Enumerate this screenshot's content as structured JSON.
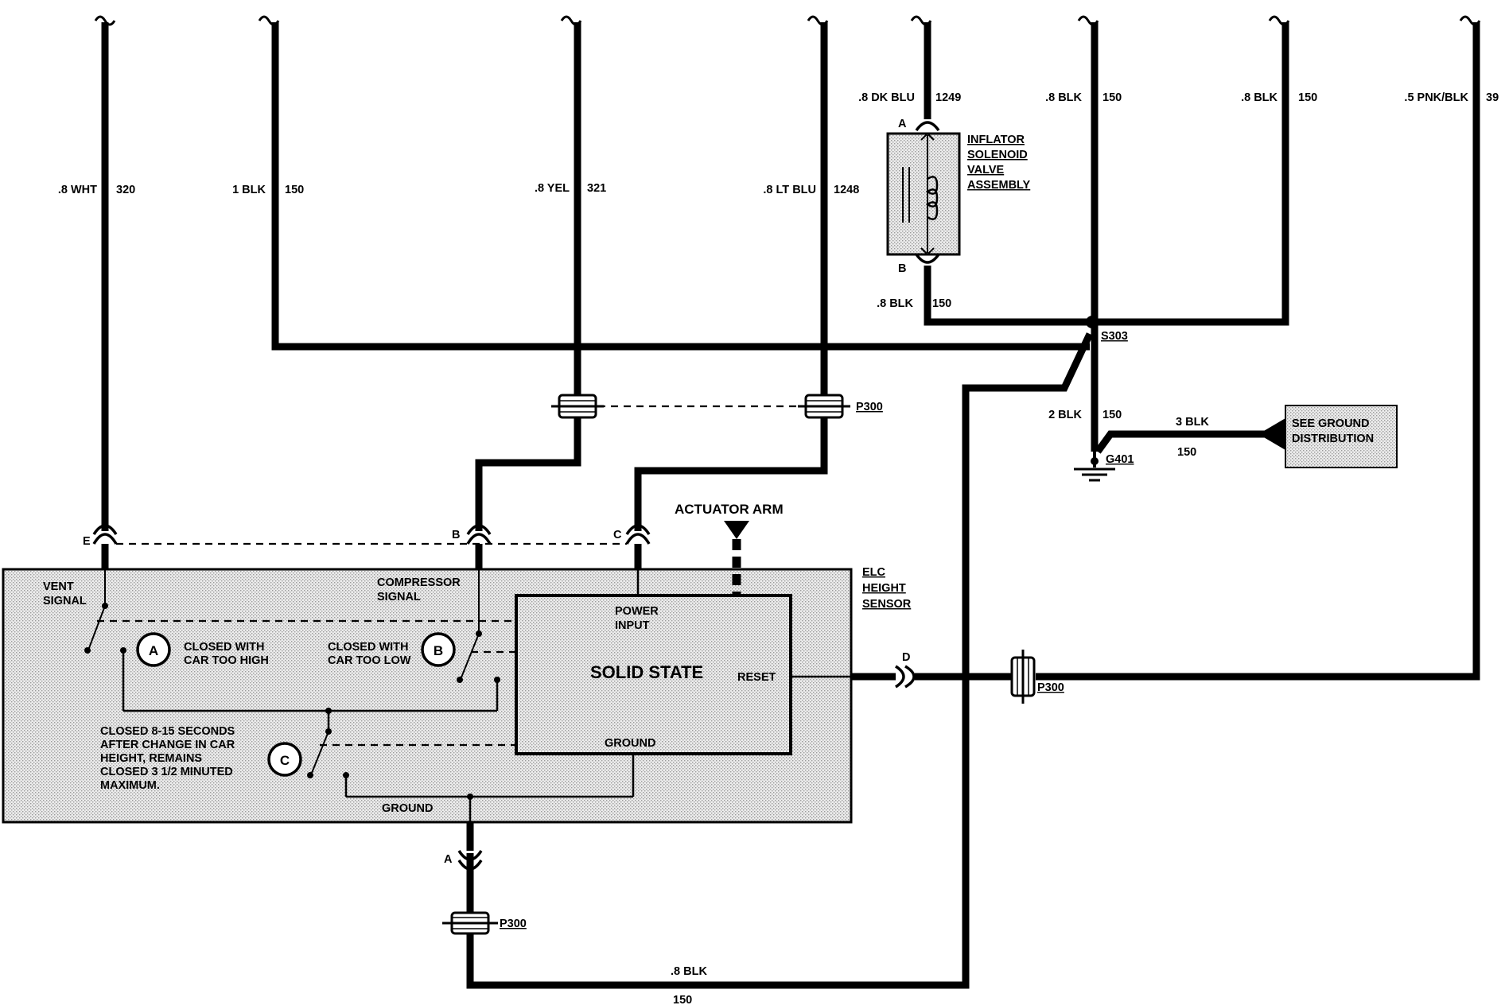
{
  "wires": {
    "w320": {
      "gauge": ".8 WHT",
      "circuit": "320"
    },
    "w150a": {
      "gauge": "1 BLK",
      "circuit": "150"
    },
    "w321": {
      "gauge": ".8 YEL",
      "circuit": "321"
    },
    "w1248": {
      "gauge": ".8 LT BLU",
      "circuit": "1248"
    },
    "w1249": {
      "gauge": ".8 DK BLU",
      "circuit": "1249"
    },
    "w150b": {
      "gauge": ".8 BLK",
      "circuit": "150"
    },
    "w150c": {
      "gauge": ".8 BLK",
      "circuit": "150"
    },
    "w39": {
      "gauge": ".5 PNK/BLK",
      "circuit": "39"
    },
    "w150sol": {
      "gauge": ".8 BLK",
      "circuit": "150"
    },
    "w150ground": {
      "gauge": "2 BLK",
      "circuit": "150"
    },
    "w150dist": {
      "gauge": "3 BLK",
      "circuit": "150"
    },
    "w150bottom": {
      "gauge": ".8 BLK",
      "circuit": "150"
    }
  },
  "solenoid": {
    "pin_a": "A",
    "pin_b": "B",
    "line1": "INFLATOR",
    "line2": "SOLENOID",
    "line3": "VALVE",
    "line4": "ASSEMBLY"
  },
  "splice": "S303",
  "ground": "G401",
  "ground_dist": {
    "line1": "SEE GROUND",
    "line2": "DISTRIBUTION"
  },
  "connectors": {
    "p300_top": "P300",
    "p300_right": "P300",
    "p300_bottom": "P300"
  },
  "pins": {
    "e": "E",
    "b": "B",
    "c": "C",
    "d": "D",
    "a": "A"
  },
  "actuator": "ACTUATOR ARM",
  "sensor": {
    "title1": "ELC",
    "title2": "HEIGHT",
    "title3": "SENSOR",
    "vent1": "VENT",
    "vent2": "SIGNAL",
    "comp1": "COMPRESSOR",
    "comp2": "SIGNAL",
    "switch_a": "A",
    "switch_b": "B",
    "switch_c": "C",
    "a_desc1": "CLOSED WITH",
    "a_desc2": "CAR TOO HIGH",
    "b_desc1": "CLOSED WITH",
    "b_desc2": "CAR TOO LOW",
    "c_desc1": "CLOSED 8-15 SECONDS",
    "c_desc2": "AFTER CHANGE IN CAR",
    "c_desc3": "HEIGHT, REMAINS",
    "c_desc4": "CLOSED 3 1/2 MINUTED",
    "c_desc5": "MAXIMUM.",
    "ground": "GROUND"
  },
  "solid_state": {
    "title": "SOLID STATE",
    "power1": "POWER",
    "power2": "INPUT",
    "reset": "RESET",
    "ground": "GROUND"
  }
}
